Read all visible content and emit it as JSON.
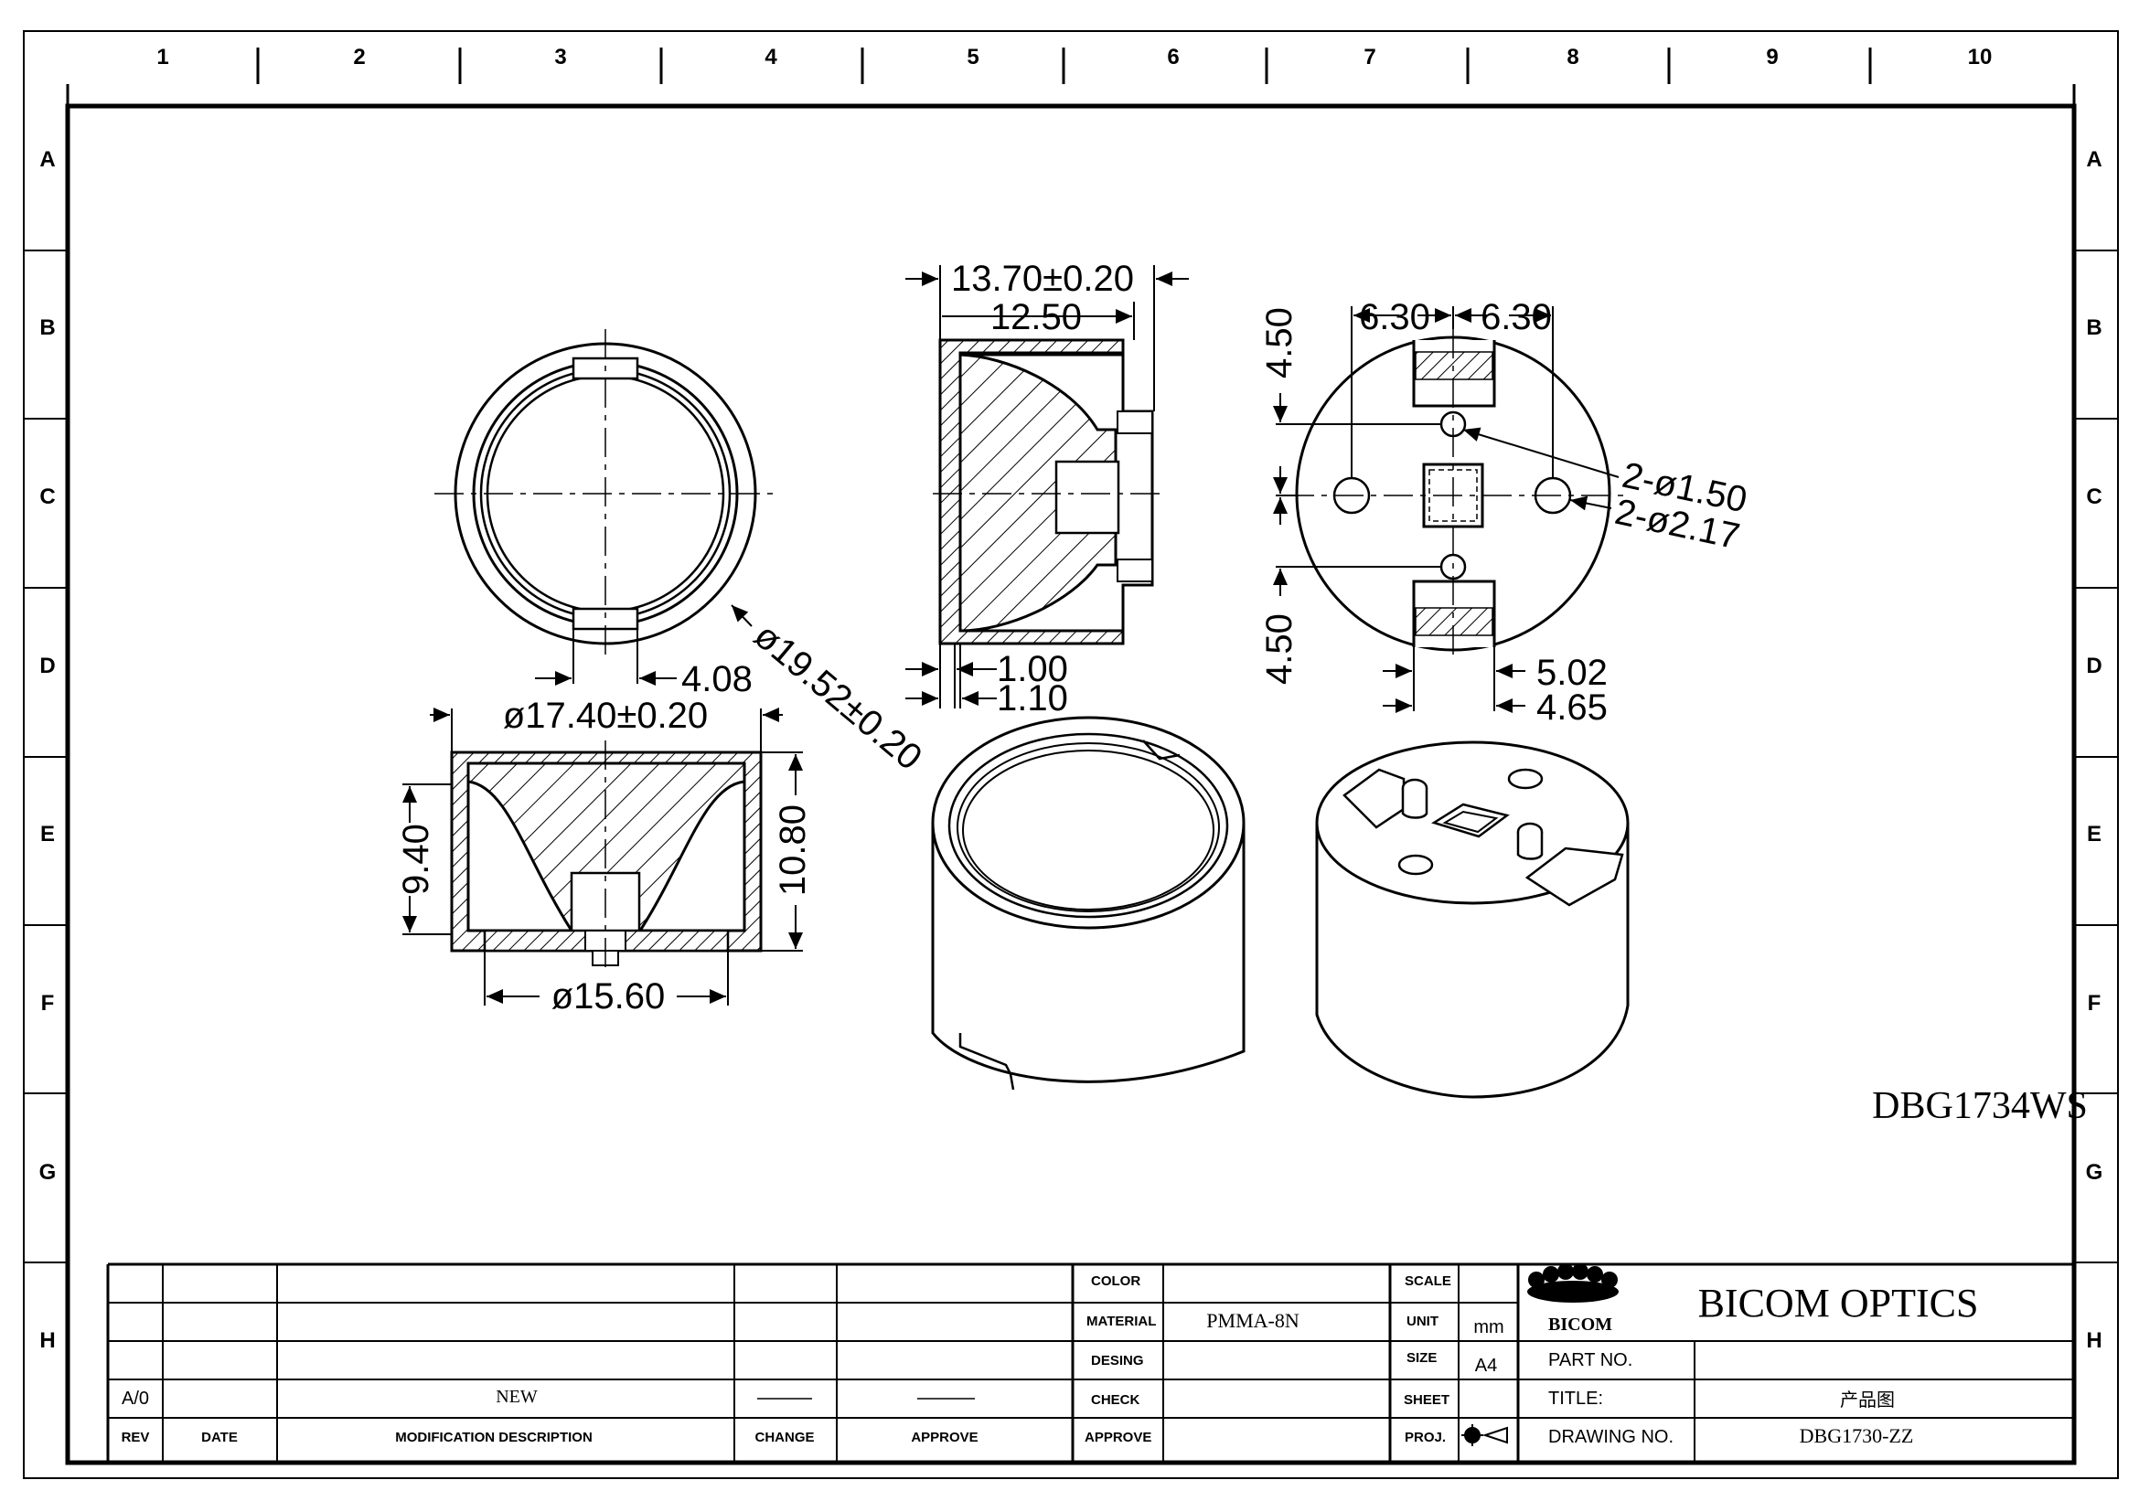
{
  "zones": {
    "columns": [
      "1",
      "2",
      "3",
      "4",
      "5",
      "6",
      "7",
      "8",
      "9",
      "10"
    ],
    "rows": [
      "A",
      "B",
      "C",
      "D",
      "E",
      "F",
      "G",
      "H"
    ]
  },
  "dimensions": {
    "overall_width": "13.70±0.20",
    "inner_width": "12.50",
    "wall_1": "1.00",
    "wall_2": "1.10",
    "hole_spacing_left": "6.30",
    "hole_spacing_right": "6.30",
    "top_offset": "4.50",
    "bottom_offset": "4.50",
    "small_holes": "2-ø1.50",
    "large_holes": "2-ø2.17",
    "slot_width_a": "5.02",
    "slot_width_b": "4.65",
    "outer_diameter": "ø19.52±0.20",
    "notch_width": "4.08",
    "inner_diameter": "ø17.40±0.20",
    "height_inner": "9.40",
    "height_outer": "10.80",
    "base_diameter": "ø15.60"
  },
  "model_code": "DBG1734WS",
  "title_block": {
    "color_label": "COLOR",
    "material_label": "MATERIAL",
    "material_value": "PMMA-8N",
    "design_label": "DESING",
    "check_label": "CHECK",
    "approve_label": "APPROVE",
    "scale_label": "SCALE",
    "unit_label": "UNIT",
    "unit_value": "mm",
    "size_label": "SIZE",
    "size_value": "A4",
    "sheet_label": "SHEET",
    "proj_label": "PROJ.",
    "logo_text": "BICOM",
    "company": "BICOM OPTICS",
    "part_no_label": "PART NO.",
    "title_label": "TITLE:",
    "title_value": "产品图",
    "drawing_no_label": "DRAWING NO.",
    "drawing_no_value": "DBG1730-ZZ",
    "rev_header": "REV",
    "date_header": "DATE",
    "modification_header": "MODIFICATION DESCRIPTION",
    "change_header": "CHANGE",
    "approve_header": "APPROVE",
    "rev_value": "A/0",
    "modification_value": "NEW"
  }
}
